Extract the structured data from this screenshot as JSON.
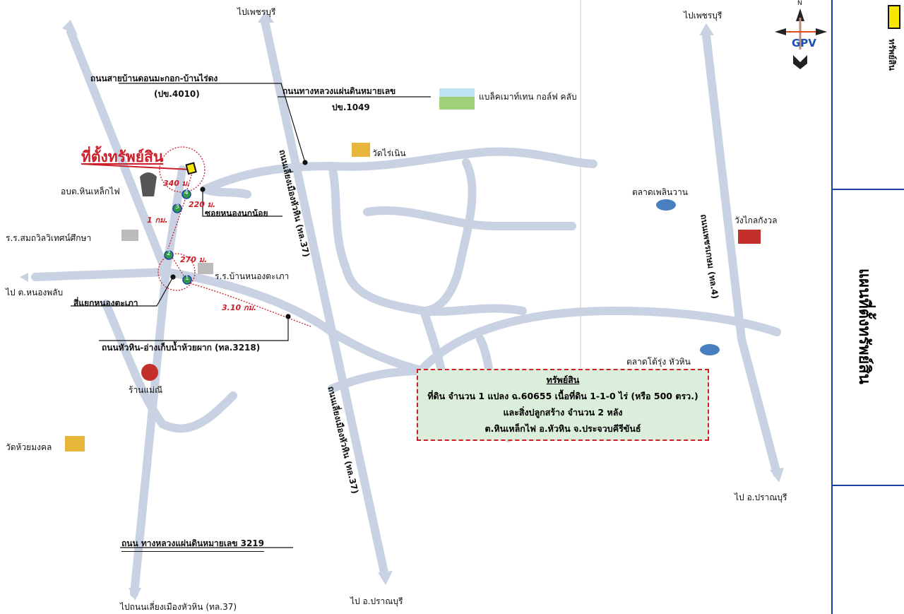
{
  "title": "แผนที่ตั้งทรัพย์สิน",
  "legend": {
    "label": "ทรัพย์สิน",
    "color": "#f5e700"
  },
  "compass": {
    "north": "N",
    "brand": "GPV"
  },
  "property_label": "ที่ตั้งทรัพย์สิน",
  "roads": {
    "r4010_line1": "ถนนสายบ้านดอนมะกอก-บ้านไร่ดง",
    "r4010_line2": "(ปข.4010)",
    "r1049_line1": "ถนนทางหลวงแผ่นดินหมายเลข",
    "r1049_line2": "ปข.1049",
    "bypass37_a": "ถนนเลี่ยงเมืองหัวหิน (ทล.37)",
    "bypass37_b": "ถนนเลี่ยงเมืองหัวหิน (ทล.37)",
    "soi": "ซอยหนองนกน้อย",
    "junction": "สี่แยกหนองตะเภา",
    "r3218": "ถนนหัวหิน-อ่างเก็บน้ำห้วยผาก (ทล.3218)",
    "r3219": "ถนน ทางหลวงแผ่นดินหมายเลข 3219",
    "phetkasem": "ถนนเพชรเกษม (ทล.4)"
  },
  "destinations": {
    "to_phetchaburi_1": "ไปเพชรบุรี",
    "to_phetchaburi_2": "ไปเพชรบุรี",
    "to_nongphlap": "ไป ต.หนองพลับ",
    "to_bypass": "ไปถนนเลี่ยงเมืองหัวหิน (ทล.37)",
    "to_pranburi_1": "ไป อ.ปราณบุรี",
    "to_pranburi_2": "ไป อ.ปราณบุรี"
  },
  "places": {
    "golf": "แบล็คเมาท์เทน กอล์ฟ คลับ",
    "wat_rai_noen": "วัดไร่เนิน",
    "obt": "อบต.หินเหล็กไฟ",
    "school1": "ร.ร.สมถวิลวิเทศน์ศึกษา",
    "school2": "ร.ร.บ้านหนองตะเภา",
    "mae_nee": "ร้านแม่ณี",
    "wat_huai": "วัดห้วยมงคล",
    "plearn_wan": "ตลาดเพลินวาน",
    "klai_kangwon": "วังไกลกังวล",
    "tororung": "ตลาดโต้รุ่ง หัวหิน"
  },
  "distances": {
    "d340": "340 ม.",
    "d220": "220 ม.",
    "d1km": "1 กม.",
    "d270": "270 ม.",
    "d310": "3.10 กม."
  },
  "waypoints": [
    "1",
    "2",
    "3",
    "4"
  ],
  "info": {
    "title": "ทรัพย์สิน",
    "line1": "ที่ดิน จำนวน 1 แปลง ฉ.60655 เนื้อที่ดิน 1-1-0 ไร่ (หรือ 500 ตรว.)",
    "line2": "และสิ่งปลูกสร้าง จำนวน 2 หลัง",
    "line3": "ต.หินเหล็กไฟ อ.หัวหิน จ.ประจวบคีรีขันธ์"
  }
}
